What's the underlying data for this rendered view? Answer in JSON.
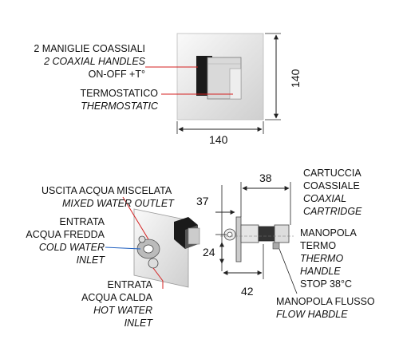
{
  "top": {
    "label1_it": "2 MANIGLIE COASSIALI",
    "label1_en": "2 COAXIAL HANDLES",
    "label2": "ON-OFF +T°",
    "label3_it": "TERMOSTATICO",
    "label3_en": "THERMOSTATIC",
    "dim_height": "140",
    "dim_width": "140"
  },
  "bottom": {
    "outlet_it": "USCITA ACQUA MISCELATA",
    "outlet_en": "MIXED WATER OUTLET",
    "cold_it_1": "ENTRATA",
    "cold_it_2": "ACQUA FREDDA",
    "cold_en_1": "COLD WATER",
    "cold_en_2": "INLET",
    "hot_it_1": "ENTRATA",
    "hot_it_2": "ACQUA CALDA",
    "hot_en_1": "HOT WATER",
    "hot_en_2": "INLET",
    "cart_it_1": "CARTUCCIA",
    "cart_it_2": "COASSIALE",
    "cart_en_1": "COAXIAL",
    "cart_en_2": "CARTRIDGE",
    "knob_it_1": "MANOPOLA",
    "knob_it_2": "TERMO",
    "knob_en_1": "THERMO",
    "knob_en_2": "HANDLE",
    "knob_stop": "STOP 38°C",
    "flow_it": "MANOPOLA FLUSSO",
    "flow_en": "FLOW HABDLE",
    "dim_38": "38",
    "dim_37": "37",
    "dim_24": "24",
    "dim_42": "42"
  },
  "colors": {
    "leader_red": "#d42020",
    "leader_blue": "#1f5fbf",
    "line": "#222222",
    "chrome": "#bfbfbf"
  }
}
